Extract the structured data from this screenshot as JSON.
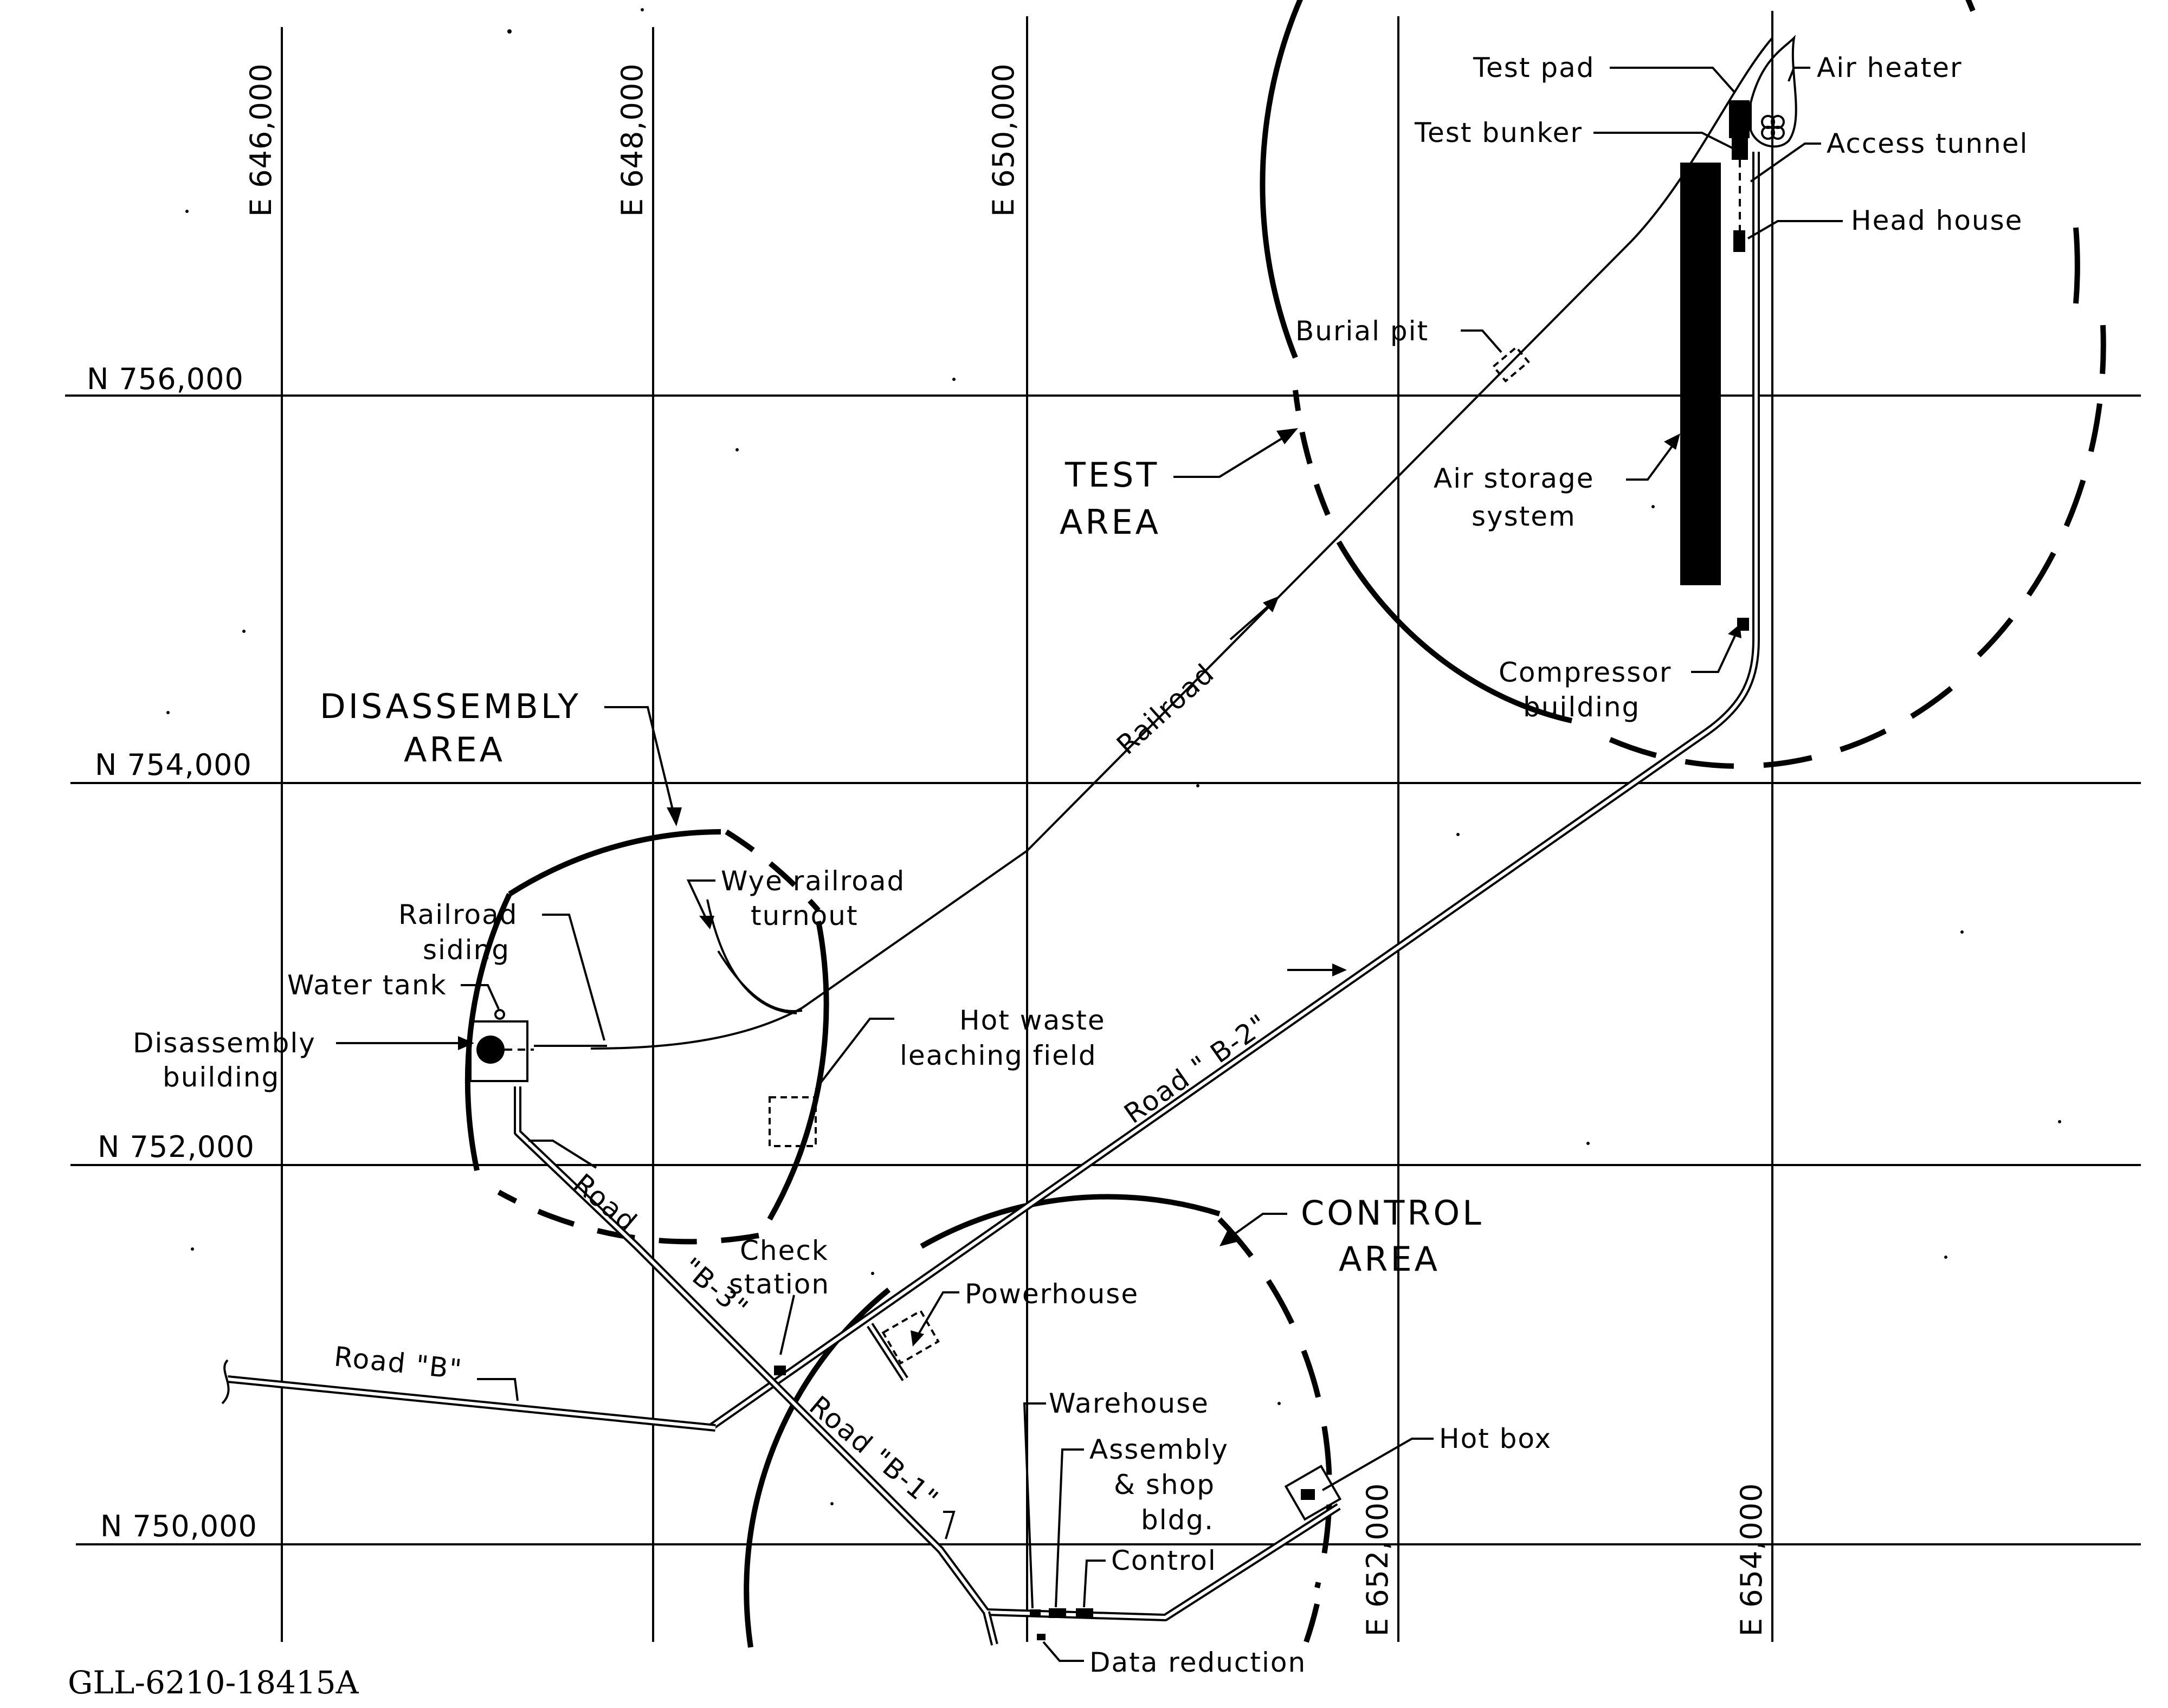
{
  "grid": {
    "eastings": [
      "E 646,000",
      "E 648,000",
      "E 650,000",
      "E 652,000",
      "E 654,000"
    ],
    "northings": [
      "N 756,000",
      "N 754,000",
      "N 752,000",
      "N 750,000"
    ]
  },
  "areas": {
    "test": [
      "TEST",
      "AREA"
    ],
    "disassembly": [
      "DISASSEMBLY",
      "AREA"
    ],
    "control": [
      "CONTROL",
      "AREA"
    ]
  },
  "features": {
    "test_pad": "Test pad",
    "air_heater": "Air heater",
    "test_bunker": "Test bunker",
    "access_tunnel": "Access tunnel",
    "head_house": "Head house",
    "burial_pit": "Burial pit",
    "air_storage": [
      "Air storage",
      "system"
    ],
    "compressor": [
      "Compressor",
      "building"
    ],
    "railroad": "Railroad",
    "wye_turnout": [
      "Wye railroad",
      "turnout"
    ],
    "railroad_siding": [
      "Railroad",
      "siding"
    ],
    "water_tank": "Water tank",
    "disassembly_building": [
      "Disassembly",
      "building"
    ],
    "hot_waste": [
      "Hot waste",
      "leaching field"
    ],
    "road_b2": "Road \" B-2\"",
    "road_b3": [
      "Road",
      "\"B-3\""
    ],
    "check_station": [
      "Check",
      "station"
    ],
    "powerhouse": "Powerhouse",
    "road_b": "Road \"B\"",
    "road_b1": "Road \"B-1\"",
    "warehouse": "Warehouse",
    "assembly_shop": [
      "Assembly",
      "& shop",
      "bldg."
    ],
    "control": "Control",
    "hot_box": "Hot box",
    "data_reduction": "Data reduction"
  },
  "drawing_id": "GLL-6210-18415A"
}
